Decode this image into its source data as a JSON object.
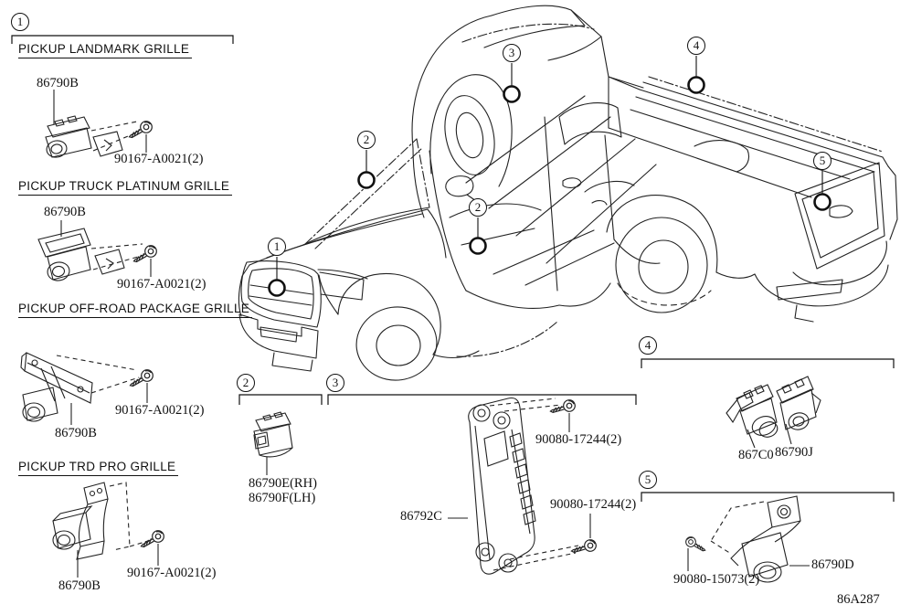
{
  "page": {
    "background": "#ffffff",
    "line_color": "#222222",
    "diagram_code": "86A287"
  },
  "callouts": {
    "c1": "1",
    "c2": "2",
    "c3": "3",
    "c4": "4",
    "c5": "5"
  },
  "sections": {
    "landmark": {
      "callout": "1",
      "title": "PICKUP LANDMARK GRILLE",
      "camera_part": "86790B",
      "screw_part": "90167-A0021(2)"
    },
    "platinum": {
      "title": "PICKUP TRUCK PLATINUM GRILLE",
      "camera_part": "86790B",
      "screw_part": "90167-A0021(2)"
    },
    "offroad": {
      "title": "PICKUP OFF-ROAD PACKAGE GRILLE",
      "camera_part": "86790B",
      "screw_part": "90167-A0021(2)"
    },
    "trdpro": {
      "title": "PICKUP TRD PRO GRILLE",
      "camera_part": "86790B",
      "screw_part": "90167-A0021(2)"
    }
  },
  "groups": {
    "side_cameras": {
      "callout": "2",
      "part_rh": "86790E(RH)",
      "part_lh": "86790F(LH)"
    },
    "control_module": {
      "callout": "3",
      "part": "86792C",
      "screw_upper": "90080-17244(2)",
      "screw_lower": "90080-17244(2)"
    },
    "bed_cameras": {
      "callout": "4",
      "part_left": "867C0",
      "part_right": "86790J"
    },
    "tailgate_camera": {
      "callout": "5",
      "screw": "90080-15073(2)",
      "part": "86790D"
    }
  }
}
